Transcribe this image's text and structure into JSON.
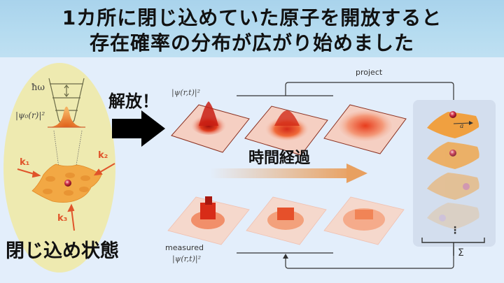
{
  "header": {
    "line1": "1カ所に閉じ込めていた原子を開放すると",
    "line2": "存在確率の分布が広がり始めました"
  },
  "left_panel": {
    "hbar_omega": "ħω",
    "psi0_label": "|ψ₀(r)|²",
    "k1": "k₁",
    "k2": "k₂",
    "k3": "k₃",
    "caption": "閉じ込め状態"
  },
  "release": {
    "label": "解放！"
  },
  "middle": {
    "psi_label_top": "|ψ(r,t)|²",
    "time_label": "時間経過",
    "measured_label": "measured",
    "psi_label_bottom": "|ψ(r,t)|²",
    "project_label": "project"
  },
  "right_panel": {
    "a_label": "a",
    "sum_label": "Σ",
    "ellipsis": "⋮"
  },
  "colors": {
    "header_bg": "#b3d9ef",
    "body_bg": "#e3eefb",
    "yellow_ellipse": "#eeeab0",
    "orange": "#f0a040",
    "red_peak": "#c8201a",
    "plane_fill": "#f4cbbd",
    "right_box": "#d3deee",
    "arrow_orange": "#e8a060"
  }
}
